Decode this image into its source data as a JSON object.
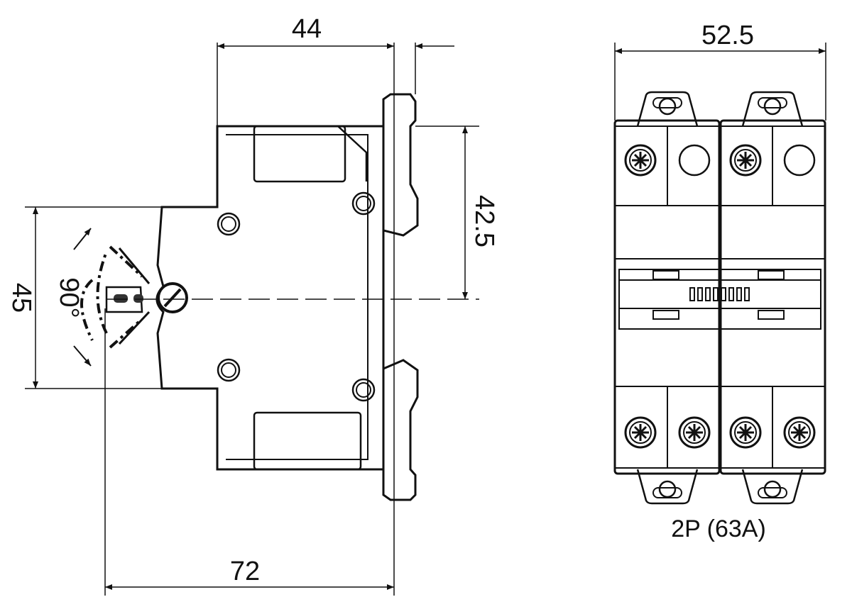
{
  "title": "2P (63A)",
  "dimensions": {
    "depth_top": "44",
    "width": "52.5",
    "height_half": "42.5",
    "front_height": "45",
    "toggle_angle": "90°",
    "total_depth": "72"
  },
  "colors": {
    "line": "#111111",
    "background": "#ffffff"
  }
}
